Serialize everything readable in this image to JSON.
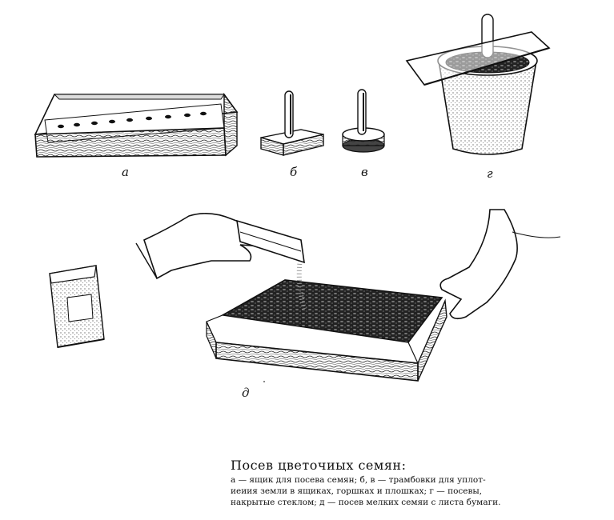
{
  "figure": {
    "labels": {
      "a": "а",
      "b": "б",
      "v": "в",
      "g": "г",
      "d": "д"
    }
  },
  "caption": {
    "title": "Посев цветочиых семян:",
    "lines": [
      "а — ящик для посева семян; б, в — трамбовки для уплот-",
      "иеиия земли в ящиках, горшках и плошках; г — посевы,",
      "накрытые стеклом; д — посев мелких семяи с листа бумаги."
    ]
  }
}
